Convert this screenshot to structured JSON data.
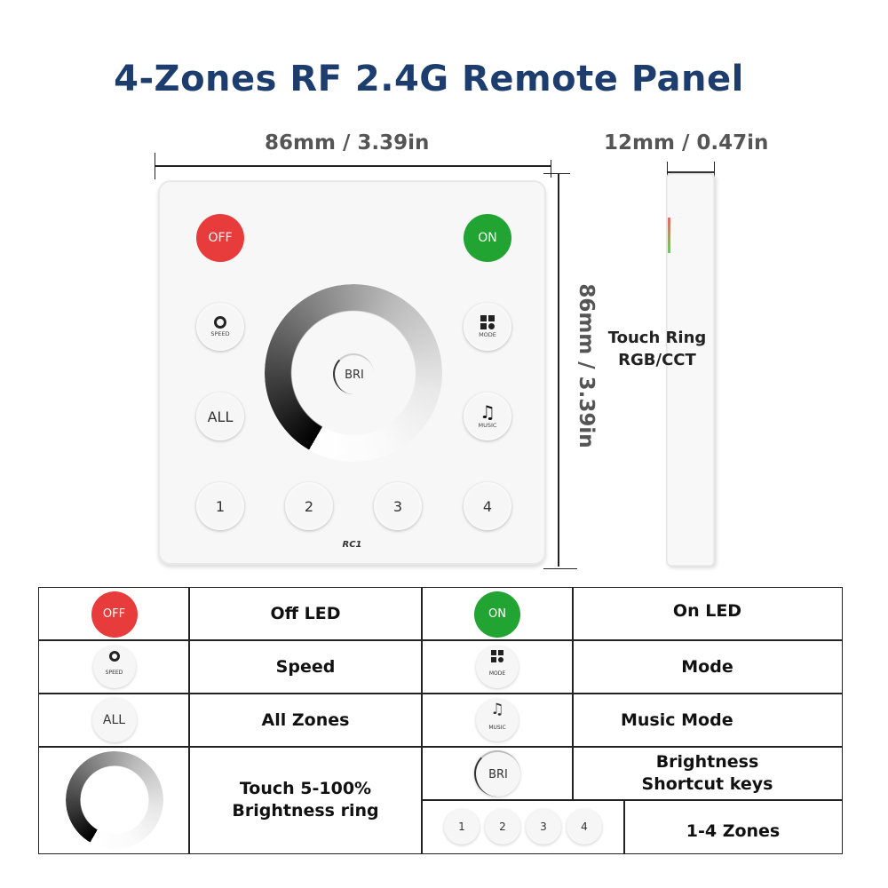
{
  "title": "4-Zones RF 2.4G Remote Panel",
  "dimensions": {
    "width": "86mm / 3.39in",
    "height": "86mm / 3.39in",
    "depth": "12mm / 0.47in"
  },
  "side_label": [
    "Touch Ring",
    "RGB/CCT"
  ],
  "panel": {
    "off": "OFF",
    "on": "ON",
    "speed": "SPEED",
    "mode": "MODE",
    "all": "ALL",
    "music": "MUSIC",
    "bri": "BRI",
    "zones": [
      "1",
      "2",
      "3",
      "4"
    ],
    "brand": "RC1"
  },
  "colors": {
    "title": "#1d3d6e",
    "off": "#e83b3b",
    "on": "#22a433"
  },
  "legend": [
    {
      "icon": "OFF",
      "desc": "Off LED"
    },
    {
      "icon": "ON",
      "desc": "On LED"
    },
    {
      "icon": "SPEED",
      "desc": "Speed"
    },
    {
      "icon": "MODE",
      "desc": "Mode"
    },
    {
      "icon": "ALL",
      "desc": "All Zones"
    },
    {
      "icon": "MUSIC",
      "desc": "Music Mode"
    },
    {
      "desc": "Touch 5-100% Brightness ring"
    },
    {
      "icon": "BRI",
      "desc": "Brightness Shortcut keys"
    },
    {
      "desc": "1-4 Zones"
    }
  ]
}
